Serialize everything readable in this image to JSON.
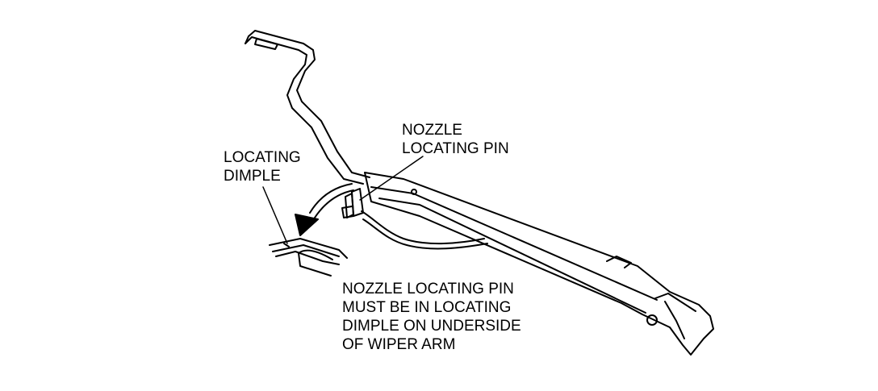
{
  "diagram": {
    "labels": {
      "nozzle_locating_pin": "NOZZLE\nLOCATING PIN",
      "locating_dimple": "LOCATING\nDIMPLE",
      "instruction": "NOZZLE LOCATING PIN\nMUST BE IN LOCATING\nDIMPLE ON UNDERSIDE\nOF WIPER ARM"
    },
    "colors": {
      "line": "#000000",
      "background": "#ffffff"
    }
  }
}
